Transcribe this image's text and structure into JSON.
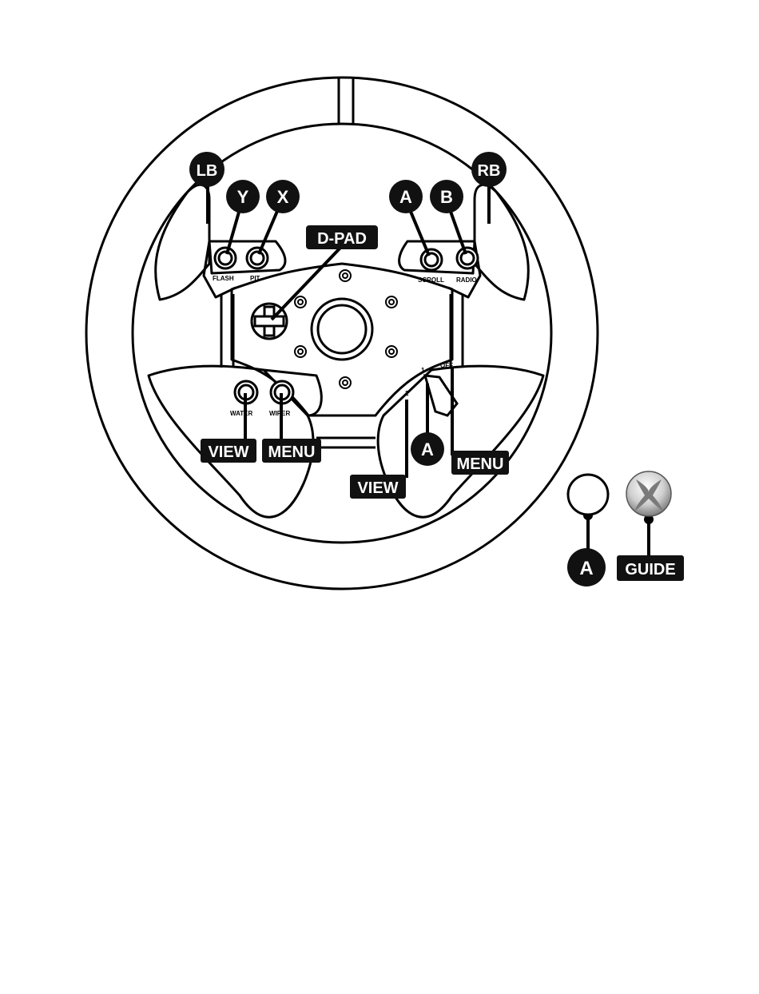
{
  "callouts": {
    "lb": "LB",
    "rb": "RB",
    "y": "Y",
    "x": "X",
    "a_top": "A",
    "b": "B",
    "dpad": "D-PAD",
    "view_left": "VIEW",
    "menu_left": "MENU",
    "a_switch": "A",
    "view_right": "VIEW",
    "menu_right": "MENU",
    "a_side": "A",
    "guide": "GUIDE"
  },
  "button_labels": {
    "flash": "FLASH",
    "pit": "PIT",
    "scroll": "SCROLL",
    "radio": "RADIO",
    "water": "WATER",
    "wiper": "WIPER",
    "switch_1": "1",
    "switch_2": "2",
    "switch_off": "OFF"
  },
  "colors": {
    "callout_bg": "#111111",
    "callout_text": "#ffffff",
    "outline": "#000000"
  },
  "icons": [
    "xbox-guide-icon",
    "dpad-icon"
  ]
}
